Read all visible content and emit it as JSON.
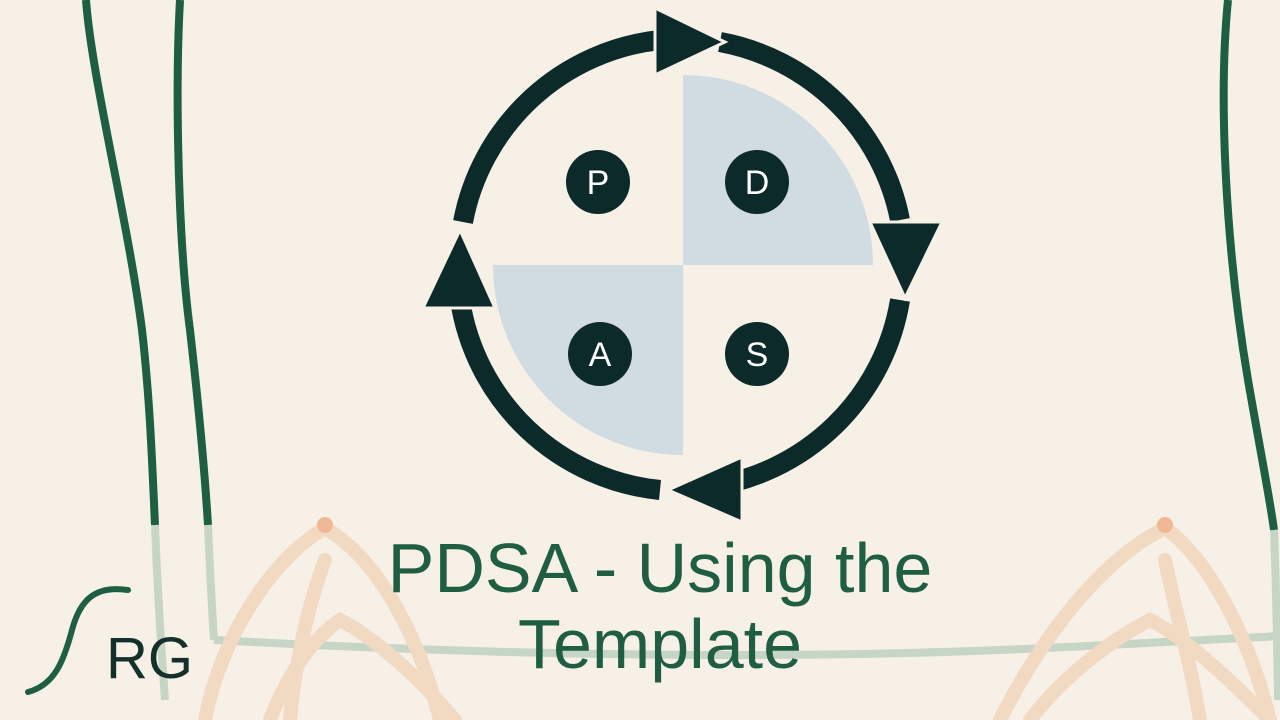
{
  "diagram": {
    "stages": [
      {
        "letter": "P"
      },
      {
        "letter": "D"
      },
      {
        "letter": "S"
      },
      {
        "letter": "A"
      }
    ]
  },
  "title": {
    "line1": "PDSA - Using the",
    "line2": "Template"
  },
  "brand": {
    "text": "RG"
  },
  "colors": {
    "background": "#f7f0e7",
    "cycle": "#0d2a2b",
    "quadrant_fill": "#d0dbe2",
    "title": "#1f5e42",
    "side_lines": "#1e5e43",
    "arches": "#f1d9c2"
  }
}
